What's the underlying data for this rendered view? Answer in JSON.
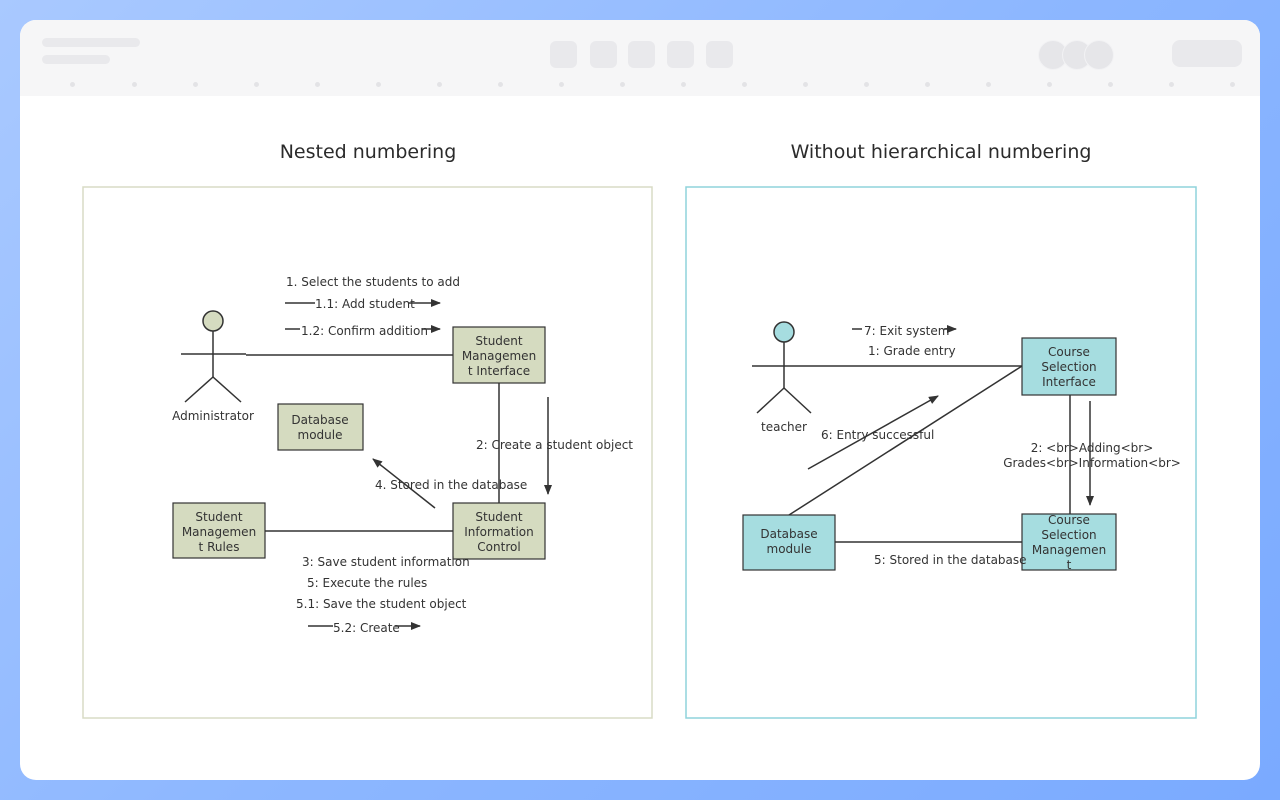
{
  "panels": {
    "left": {
      "title": "Nested numbering",
      "actor": "Administrator",
      "boxes": {
        "smi": [
          "Student",
          "Managemen",
          "t Interface"
        ],
        "db": [
          "Database",
          "module"
        ],
        "sic": [
          "Student",
          "Information",
          "Control"
        ],
        "smr": [
          "Student",
          "Managemen",
          "t Rules"
        ]
      },
      "messages": {
        "m1": "1. Select the students to add",
        "m11": "1.1: Add student",
        "m12": "1.2: Confirm addition",
        "m2": "2: Create a student object",
        "m4": "4. Stored in the database",
        "m3": "3: Save student information",
        "m5": "5: Execute the rules",
        "m51": "5.1: Save the student object",
        "m52": "5.2: Create"
      }
    },
    "right": {
      "title": "Without hierarchical numbering",
      "actor": "teacher",
      "boxes": {
        "csi": [
          "Course",
          "Selection",
          "Interface"
        ],
        "db": [
          "Database",
          "module"
        ],
        "csm": [
          "Course",
          "Selection",
          "Managemen",
          "t"
        ]
      },
      "messages": {
        "m7": "7: Exit system",
        "m1": "1: Grade entry",
        "m6": "6: Entry successful",
        "m2a": "2: <br>Adding<br>",
        "m2b": "Grades<br>Information<br>",
        "m5": "5: Stored in the database"
      }
    }
  },
  "colors": {
    "left_fill": "#d5dbc0",
    "right_fill": "#a6dde0",
    "left_frame": "#d9dcc5",
    "right_frame": "#8fd3dc"
  }
}
